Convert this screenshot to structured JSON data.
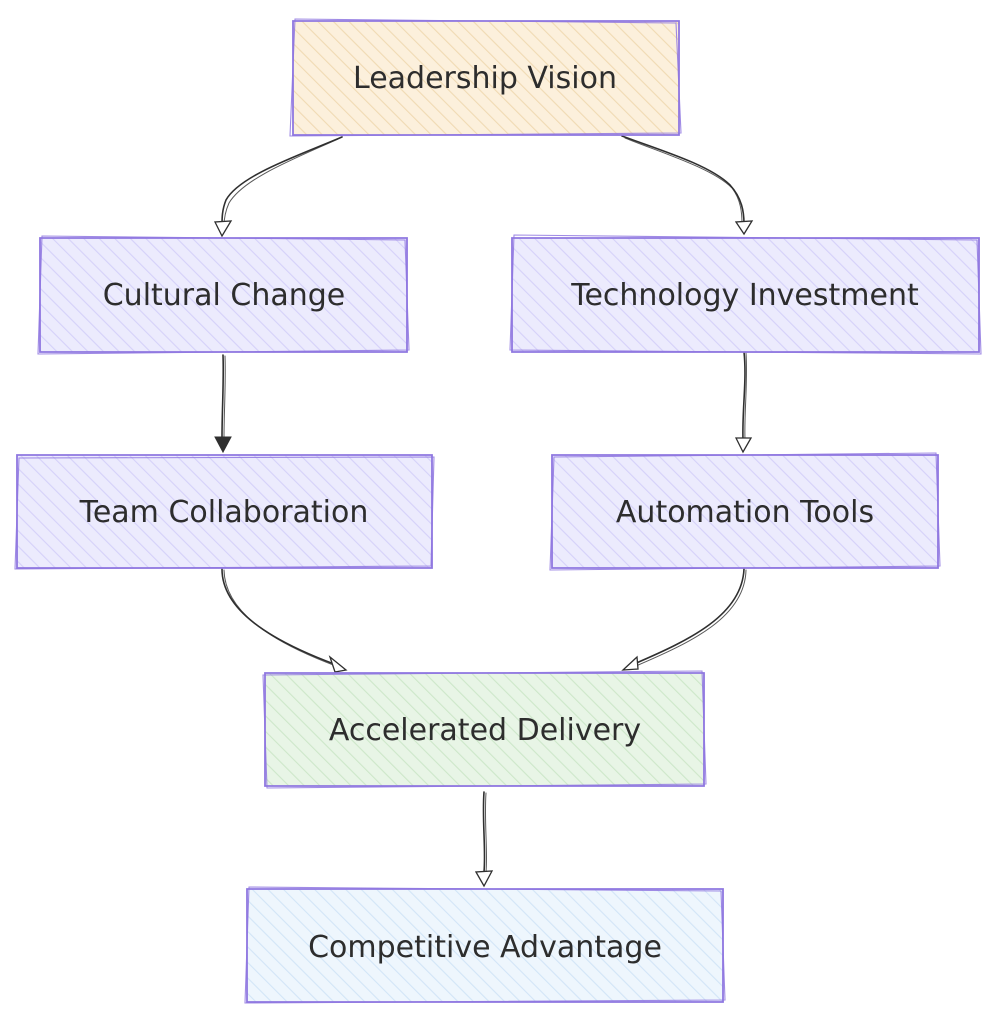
{
  "diagram": {
    "nodes": {
      "leadership_vision": {
        "label": "Leadership Vision",
        "fill": "#fcf0dc",
        "hatch": "#f2ddb8"
      },
      "cultural_change": {
        "label": "Cultural Change",
        "fill": "#ecebfd",
        "hatch": "#d3cffa"
      },
      "technology_investment": {
        "label": "Technology Investment",
        "fill": "#ecebfd",
        "hatch": "#d3cffa"
      },
      "team_collaboration": {
        "label": "Team Collaboration",
        "fill": "#ecebfd",
        "hatch": "#d3cffa"
      },
      "automation_tools": {
        "label": "Automation Tools",
        "fill": "#ecebfd",
        "hatch": "#d3cffa"
      },
      "accelerated_delivery": {
        "label": "Accelerated Delivery",
        "fill": "#e8f5e6",
        "hatch": "#cfe8cc"
      },
      "competitive_advantage": {
        "label": "Competitive Advantage",
        "fill": "#eaf4fd",
        "hatch": "#cfe3f7"
      }
    },
    "edges": [
      {
        "from": "leadership_vision",
        "to": "cultural_change"
      },
      {
        "from": "leadership_vision",
        "to": "technology_investment"
      },
      {
        "from": "cultural_change",
        "to": "team_collaboration"
      },
      {
        "from": "technology_investment",
        "to": "automation_tools"
      },
      {
        "from": "team_collaboration",
        "to": "accelerated_delivery"
      },
      {
        "from": "automation_tools",
        "to": "accelerated_delivery"
      },
      {
        "from": "accelerated_delivery",
        "to": "competitive_advantage"
      }
    ],
    "colors": {
      "border": "#8f77e0",
      "edge": "#2f2f2f",
      "text": "#2d2d2d"
    }
  }
}
